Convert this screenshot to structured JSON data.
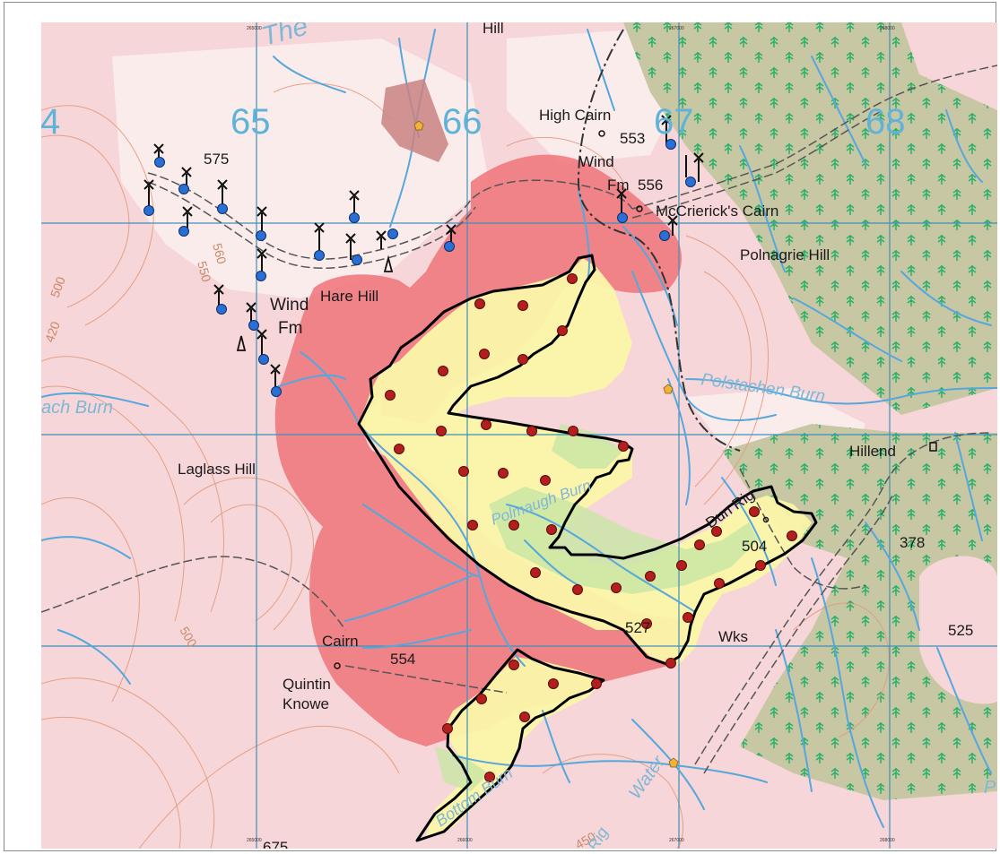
{
  "map": {
    "grid_numbers": [
      "4",
      "65",
      "66",
      "67",
      "68"
    ],
    "grid_ticks": [
      "265000",
      "266000",
      "267000",
      "268000"
    ],
    "place_labels": {
      "hill_top": "Hill",
      "high_cairn": "High Cairn",
      "spot_553": "553",
      "wind_fm_north_1": "Wind",
      "wind_fm_north_2": "Fm",
      "spot_556": "556",
      "mccriericks_cairn": "McCrierick's Cairn",
      "polnagrie_hill": "Polnagrie Hill",
      "spot_575": "575",
      "hare_hill": "Hare Hill",
      "wind_fm_west_1": "Wind",
      "wind_fm_west_2": "Fm",
      "laglass_hill": "Laglass Hill",
      "hillend": "Hillend",
      "dun_rig": "Dun Rig",
      "spot_504": "504",
      "spot_378": "378",
      "spot_525": "525",
      "spot_527": "527",
      "wks": "Wks",
      "cairn": "Cairn",
      "spot_554": "554",
      "quintin": "Quintin",
      "knowe": "Knowe",
      "spot_675": "675",
      "rig": "Rig"
    },
    "water_labels": {
      "polstachen_burn": "Polstachen Burn",
      "ach_burn": "ach Burn",
      "polmaugh_burn": "Polmaugh Burn",
      "bottom_burn": "Bottom Burn",
      "water": "Water",
      "the": "The",
      "edge_p": "P"
    },
    "contour_labels": [
      "550",
      "560",
      "500",
      "420",
      "500",
      "450"
    ],
    "colors": {
      "terrain": "#f6d6d8",
      "contour": "#e39a7e",
      "stream": "#56a7dc",
      "grid": "#3f8fb8",
      "buffer_red": "#f07a80",
      "site_yellow": "#fbf5a9",
      "site_green": "#c8e6a4",
      "forest": "#c7c7a4",
      "turbine_proposed": "#b31e1e",
      "turbine_existing": "#2a6fd6",
      "marker_orange": "#f2b13a"
    }
  }
}
